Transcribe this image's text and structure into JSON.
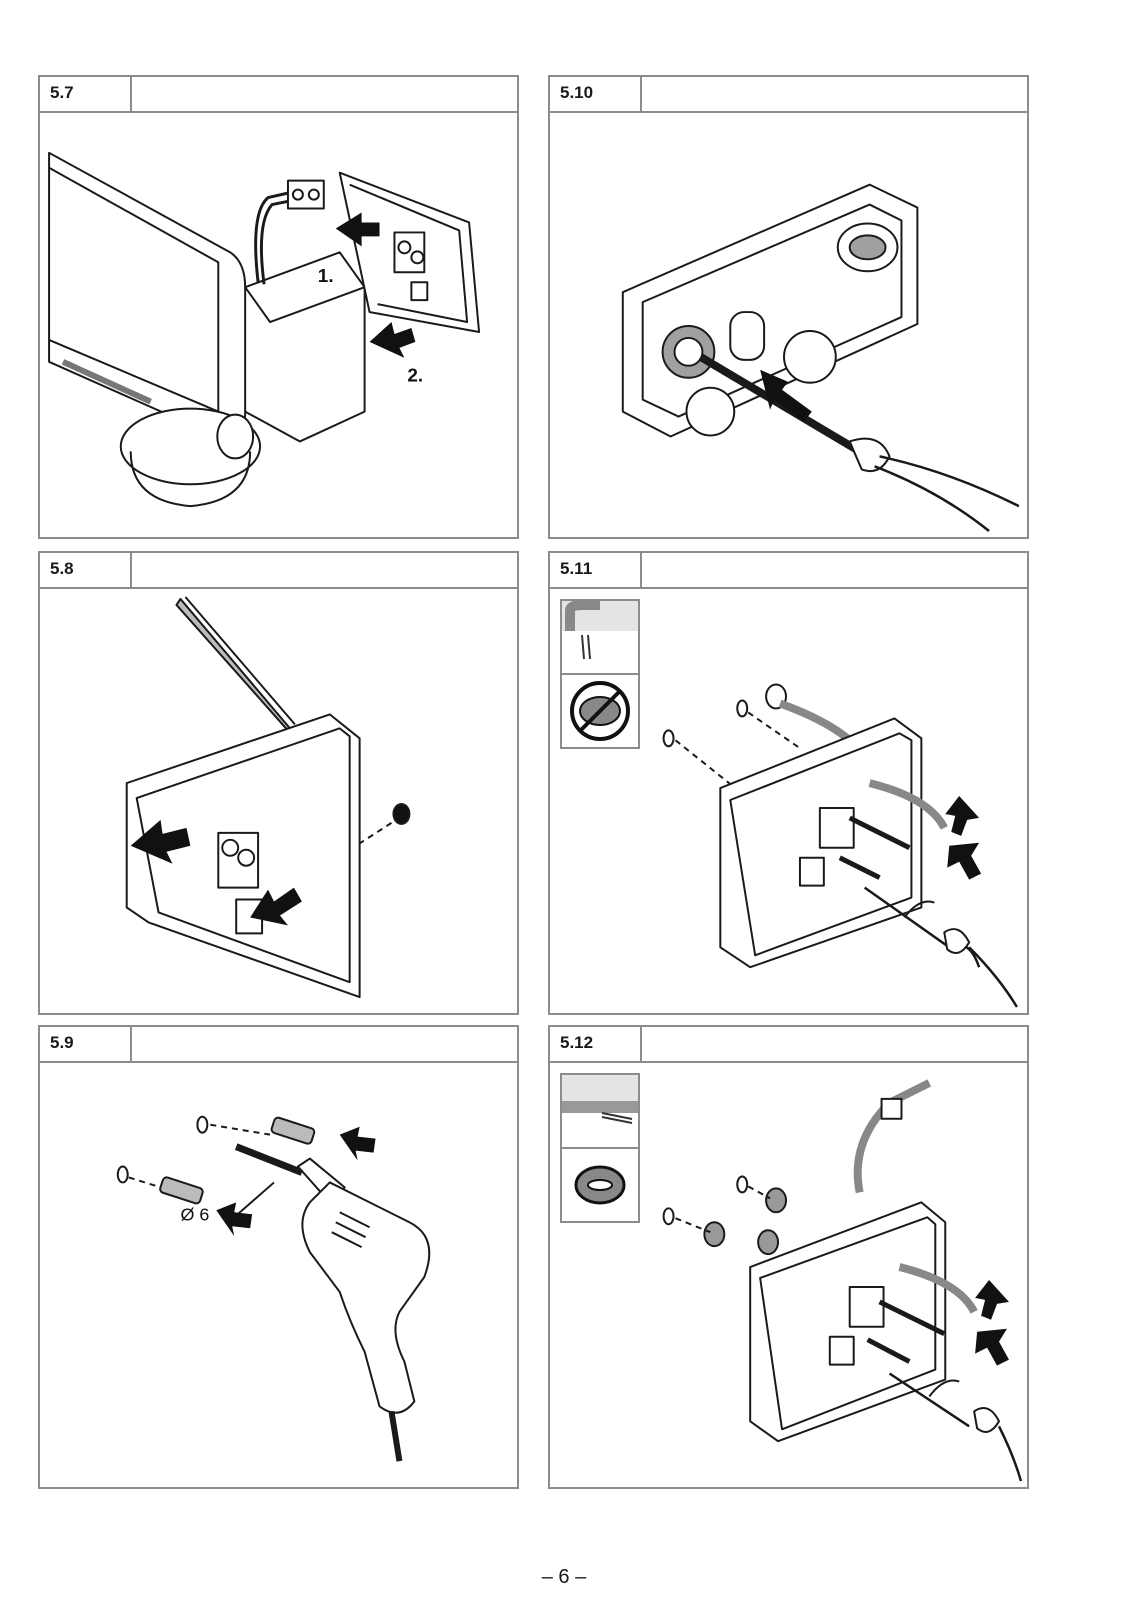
{
  "panels": {
    "p57": {
      "number": "5.7",
      "step1": "1.",
      "step2": "2."
    },
    "p58": {
      "number": "5.8"
    },
    "p59": {
      "number": "5.9",
      "diameter": "Ø 6"
    },
    "p510": {
      "number": "5.10"
    },
    "p511": {
      "number": "5.11"
    },
    "p512": {
      "number": "5.12"
    }
  },
  "page_number": "– 6 –",
  "icons": {
    "p57": [
      "floodlight-icon",
      "terminal-box-icon",
      "push-arrow-icon"
    ],
    "p58": [
      "pencil-icon",
      "terminal-box-icon",
      "push-arrow-icon"
    ],
    "p59": [
      "drill-icon",
      "wall-plug-icon"
    ],
    "p510": [
      "terminal-box-icon",
      "screwdriver-icon",
      "push-arrow-icon"
    ],
    "p511": [
      "surface-cable-icon",
      "no-grommet-icon",
      "terminal-box-icon",
      "screwdriver-icon"
    ],
    "p512": [
      "concealed-cable-icon",
      "grommet-icon",
      "terminal-box-icon",
      "screwdriver-icon"
    ]
  },
  "colors": {
    "frame": "#8c8c8c",
    "ink": "#1a1a1a",
    "fill_gray": "#a0a0a0"
  }
}
